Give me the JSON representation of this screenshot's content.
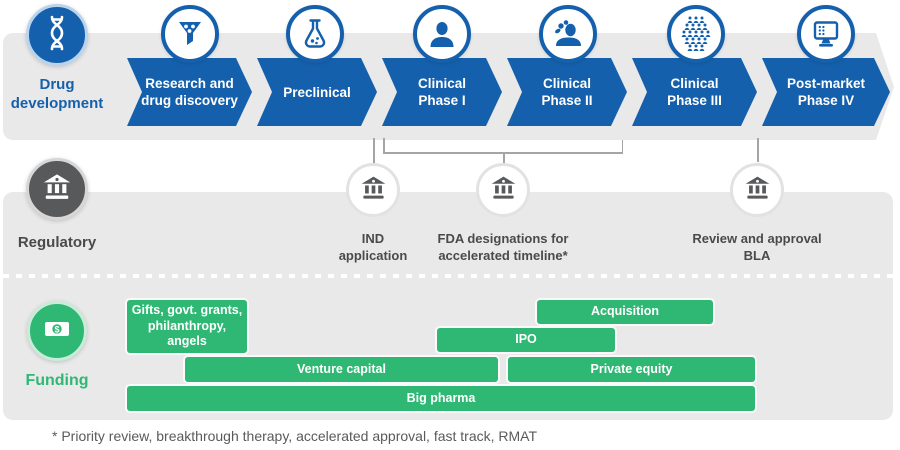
{
  "palette": {
    "blue": "#1560ac",
    "light_blue_ring": "#b9d4ec",
    "panel_gray": "#e9e9e9",
    "dark_gray": "#58595b",
    "label_gray": "#4a4a4a",
    "green": "#2eb873",
    "light_green_ring": "#c9ecd9"
  },
  "drug_development": {
    "label": "Drug\ndevelopment",
    "icon": "dna-icon",
    "stages": [
      {
        "label": "Research and\ndrug discovery",
        "icon": "funnel-icon"
      },
      {
        "label": "Preclinical",
        "icon": "flask-icon"
      },
      {
        "label": "Clinical\nPhase I",
        "icon": "person-icon"
      },
      {
        "label": "Clinical\nPhase II",
        "icon": "people-group-icon"
      },
      {
        "label": "Clinical\nPhase III",
        "icon": "crowd-icon"
      },
      {
        "label": "Post-market\nPhase IV",
        "icon": "monitor-icon"
      }
    ]
  },
  "regulatory": {
    "label": "Regulatory",
    "icon": "bank-icon",
    "milestones": [
      {
        "label": "IND\napplication",
        "icon": "bank-icon"
      },
      {
        "label": "FDA designations for\naccelerated timeline*",
        "icon": "bank-icon"
      },
      {
        "label": "Review and approval\nBLA",
        "icon": "bank-icon"
      }
    ]
  },
  "funding": {
    "label": "Funding",
    "icon": "money-icon",
    "sources": [
      {
        "label": "Gifts, govt. grants,\nphilanthropy,\nangels"
      },
      {
        "label": "Acquisition"
      },
      {
        "label": "IPO"
      },
      {
        "label": "Venture capital"
      },
      {
        "label": "Private equity"
      },
      {
        "label": "Big pharma"
      }
    ]
  },
  "footnote": "* Priority review, breakthrough therapy, accelerated approval, fast track, RMAT"
}
